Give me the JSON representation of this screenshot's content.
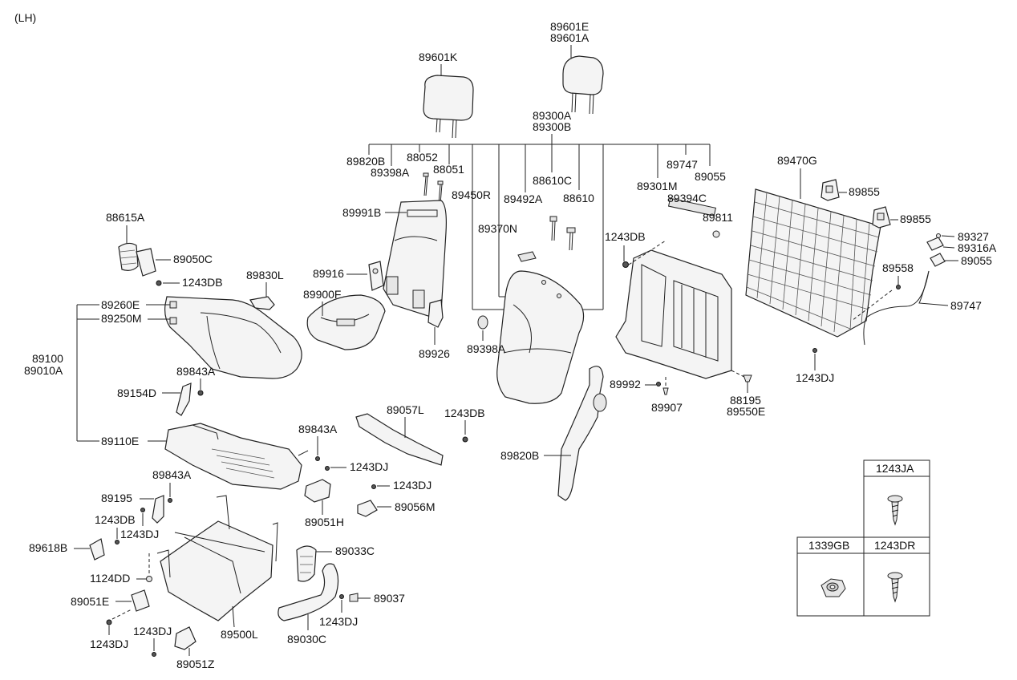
{
  "corner_note": "(LH)",
  "labels": {
    "p89601K": "89601K",
    "p89601E": "89601E",
    "p89601A": "89601A",
    "p89300A": "89300A",
    "p89300B": "89300B",
    "p89820B_top": "89820B",
    "p89398A_top": "89398A",
    "p88052": "88052",
    "p88051": "88051",
    "p89450R": "89450R",
    "p89492A": "89492A",
    "p88610C": "88610C",
    "p88610": "88610",
    "p89370N": "89370N",
    "p89991B": "89991B",
    "p89747_top": "89747",
    "p89055_top": "89055",
    "p89301M": "89301M",
    "p89394C": "89394C",
    "p89811": "89811",
    "p1243DB_back": "1243DB",
    "p89470G": "89470G",
    "p89855_a": "89855",
    "p89855_b": "89855",
    "p89327": "89327",
    "p89316A": "89316A",
    "p89055_right": "89055",
    "p89558": "89558",
    "p89747_right": "89747",
    "p1243DJ_right": "1243DJ",
    "p89992": "89992",
    "p89907": "89907",
    "p88195": "88195",
    "p89550E": "89550E",
    "p88615A": "88615A",
    "p89050C": "89050C",
    "p1243DB_left": "1243DB",
    "p89830L": "89830L",
    "p89916": "89916",
    "p89900F": "89900F",
    "p89260E": "89260E",
    "p89250M": "89250M",
    "p89100": "89100",
    "p89010A": "89010A",
    "p89926": "89926",
    "p89398A_mid": "89398A",
    "p89843A_a": "89843A",
    "p89154D": "89154D",
    "p89057L": "89057L",
    "p1243DB_mid": "1243DB",
    "p89820B_mid": "89820B",
    "p89110E": "89110E",
    "p89843A_b": "89843A",
    "p1243DJ_a": "1243DJ",
    "p1243DJ_b": "1243DJ",
    "p89056M": "89056M",
    "p89051H": "89051H",
    "p89843A_c": "89843A",
    "p89195": "89195",
    "p1243DB_low": "1243DB",
    "p1243DJ_c": "1243DJ",
    "p89618B": "89618B",
    "p89033C": "89033C",
    "p1124DD": "1124DD",
    "p89051E": "89051E",
    "p89037": "89037",
    "p1243DJ_d": "1243DJ",
    "p89500L": "89500L",
    "p89030C": "89030C",
    "p1243DJ_e": "1243DJ",
    "p1243DJ_f": "1243DJ",
    "p89051Z": "89051Z"
  },
  "legend_table": {
    "cells": [
      "1243JA",
      "1339GB",
      "1243DR"
    ]
  }
}
